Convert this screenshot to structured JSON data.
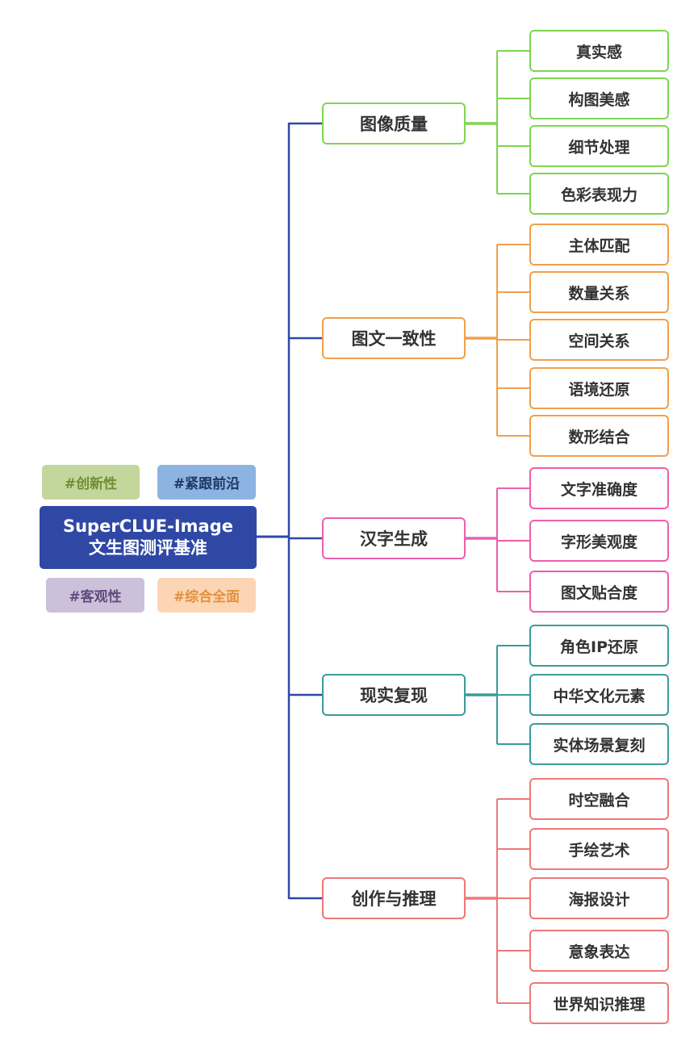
{
  "root": {
    "title_line1": "SuperCLUE-Image",
    "title_line2": "文生图测评基准",
    "color": "#2f48a5",
    "trunk_color": "#2f48a5"
  },
  "tags": [
    {
      "label": "#创新性",
      "bg": "#c3d69b",
      "fg": "#6f8e35"
    },
    {
      "label": "#紧跟前沿",
      "bg": "#8db3e2",
      "fg": "#1f3864"
    },
    {
      "label": "#客观性",
      "bg": "#ccc0da",
      "fg": "#5f4b7a"
    },
    {
      "label": "#综合全面",
      "bg": "#fcd5b4",
      "fg": "#e3913a"
    }
  ],
  "categories": [
    {
      "label": "图像质量",
      "color": "#7ed651",
      "items": [
        "真实感",
        "构图美感",
        "细节处理",
        "色彩表现力"
      ]
    },
    {
      "label": "图文一致性",
      "color": "#f0a04b",
      "items": [
        "主体匹配",
        "数量关系",
        "空间关系",
        "语境还原",
        "数形结合"
      ]
    },
    {
      "label": "汉字生成",
      "color": "#ec5fac",
      "items": [
        "文字准确度",
        "字形美观度",
        "图文贴合度"
      ]
    },
    {
      "label": "现实复现",
      "color": "#3a9b9a",
      "items": [
        "角色IP还原",
        "中华文化元素",
        "实体场景复刻"
      ]
    },
    {
      "label": "创作与推理",
      "color": "#ed7878",
      "items": [
        "时空融合",
        "手绘艺术",
        "海报设计",
        "意象表达",
        "世界知识推理"
      ]
    }
  ]
}
